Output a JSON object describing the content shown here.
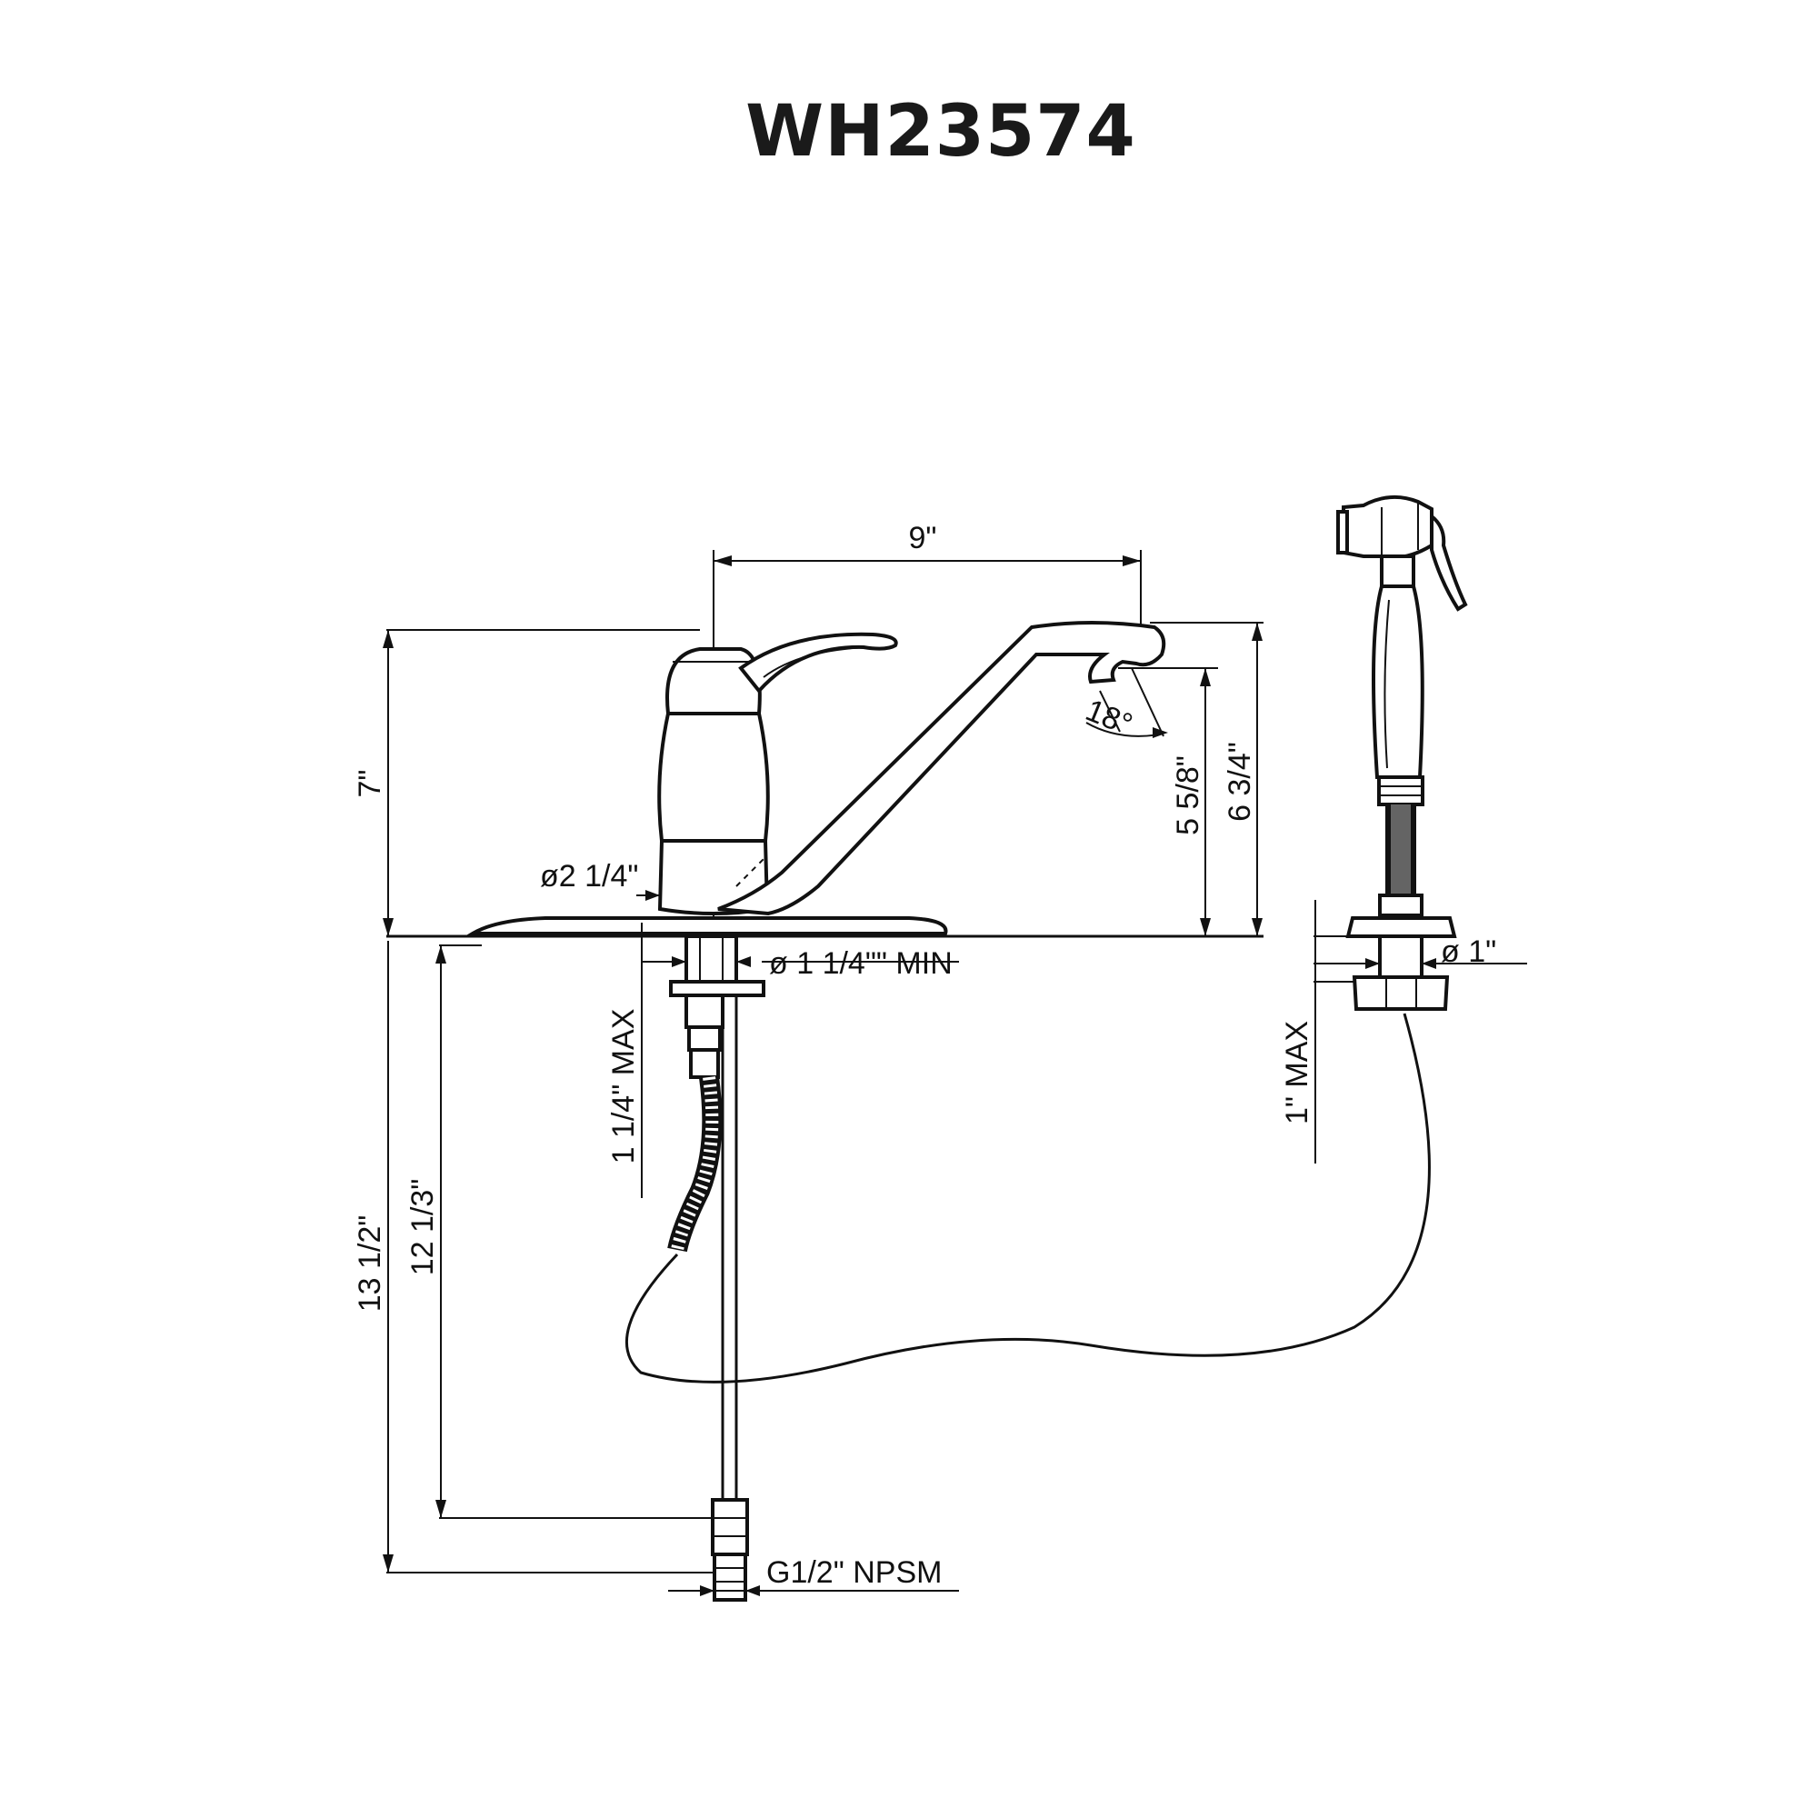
{
  "title": "WH23574",
  "dimensions": {
    "spout_reach": "9\"",
    "total_height": "7\"",
    "base_diameter": "ø2 1/4\"",
    "spout_height": "5 5/8\"",
    "height_to_top": "6 3/4\"",
    "spout_angle": "18°",
    "hole_min": "ø 1 1/4\"\" MIN",
    "deck_max": "1 1/4\" MAX",
    "total_below": "13 1/2\"",
    "supply_length": "12 1/3\"",
    "connection": "G1/2\" NPSM",
    "spray_hole": "ø 1\"",
    "spray_deck_max": "1\" MAX"
  }
}
